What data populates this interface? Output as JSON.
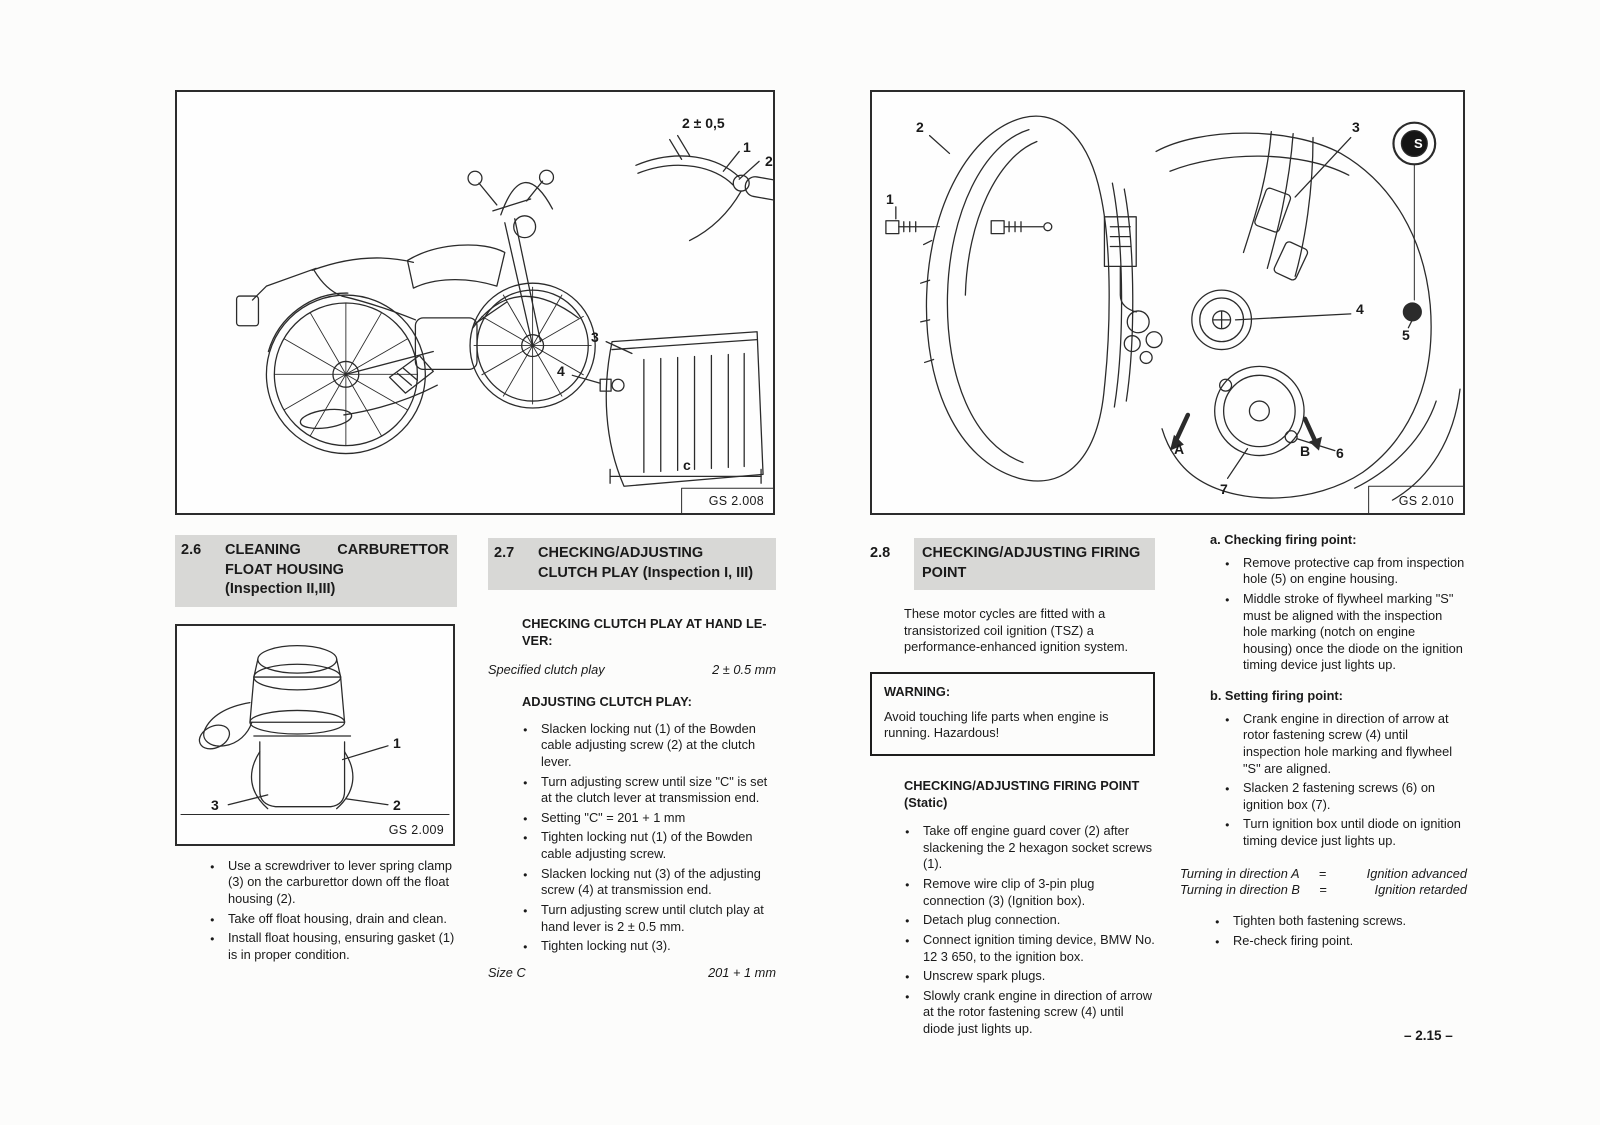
{
  "page_number": "– 2.15 –",
  "figures": {
    "gs2008": {
      "caption": "GS 2.008",
      "dim": "2 ± 0,5",
      "n1": "1",
      "n2": "2",
      "n3": "3",
      "n4": "4",
      "c": "c"
    },
    "gs2010": {
      "caption": "GS 2.010",
      "n1": "1",
      "n2": "2",
      "n3": "3",
      "n4": "4",
      "n5": "5",
      "n6": "6",
      "n7": "7",
      "a": "A",
      "b": "B",
      "s": "S"
    },
    "gs2009": {
      "caption": "GS 2.009",
      "n1": "1",
      "n2": "2",
      "n3": "3"
    }
  },
  "sec26": {
    "number": "2.6",
    "title_w1": "CLEANING",
    "title_w2": "CARBURETTOR",
    "title_line2": "FLOAT HOUSING",
    "title_line3": "(Inspection II,III)",
    "bullets": [
      "Use a screwdriver to lever spring clamp (3) on the carburettor down off the float housing (2).",
      "Take off float housing, drain and clean.",
      "Install float housing, ensuring gasket (1) is in proper condition."
    ]
  },
  "sec27": {
    "number": "2.7",
    "title_line1": "CHECKING/ADJUSTING",
    "title_line2": "CLUTCH PLAY (Inspection I, III)",
    "sub1_l1": "CHECKING CLUTCH PLAY AT HAND LE-",
    "sub1_l2": "VER:",
    "spec_label": "Specified clutch play",
    "spec_value": "2 ± 0.5 mm",
    "sub2": "ADJUSTING CLUTCH PLAY:",
    "bullets": [
      "Slacken locking nut (1) of the Bowden cable adjusting screw (2) at the clutch lever.",
      "Turn adjusting screw until size \"C\" is set at the clutch lever at transmission end.",
      "Setting \"C\" = 201 + 1 mm",
      "Tighten locking nut (1) of the Bowden cable adjusting screw.",
      "Slacken locking nut (3) of the adjusting screw (4) at transmission end.",
      "Turn adjusting screw until clutch play at hand lever is 2 ± 0.5 mm.",
      "Tighten locking nut (3)."
    ],
    "size_label": "Size C",
    "size_value": "201 + 1 mm"
  },
  "sec28": {
    "number": "2.8",
    "title_line1": "CHECKING/ADJUSTING FIRING",
    "title_line2": "POINT",
    "intro": "These motor cycles are fitted with a transistorized coil ignition (TSZ) a performance-enhanced ignition system.",
    "warning_title": "WARNING:",
    "warning_text": "Avoid touching life parts when engine is running. Hazardous!",
    "sub_l1": "CHECKING/ADJUSTING FIRING POINT",
    "sub_l2": "(Static)",
    "bullets": [
      "Take off engine guard cover (2) after slackening the 2 hexagon socket screws (1).",
      "Remove wire clip of 3-pin plug connection (3) (Ignition box).",
      "Detach plug connection.",
      "Connect ignition timing device, BMW No. 12 3 650, to the ignition box.",
      "Unscrew spark plugs.",
      "Slowly crank engine in direction of arrow at the rotor fastening screw (4) until diode just lights up."
    ]
  },
  "col4": {
    "a_head": "a. Checking firing point:",
    "a_bullets": [
      "Remove protective cap from inspection hole (5) on engine housing.",
      "Middle stroke of flywheel marking \"S\" must be aligned with the inspection hole marking (notch on engine housing) once the diode on the ignition timing device just lights up."
    ],
    "b_head": "b. Setting firing point:",
    "b_bullets": [
      "Crank engine in direction of arrow at rotor fastening screw (4) until inspection hole marking and flywheel \"S\" are aligned.",
      "Slacken 2 fastening screws (6) on ignition box (7).",
      "Turn ignition box until diode on ignition timing device just lights up."
    ],
    "table": [
      {
        "dir": "Turning in direction A",
        "eq": "=",
        "result": "Ignition advanced"
      },
      {
        "dir": "Turning in direction B",
        "eq": "=",
        "result": "Ignition retarded"
      }
    ],
    "final_bullets": [
      "Tighten both fastening screws.",
      "Re-check firing point."
    ]
  }
}
